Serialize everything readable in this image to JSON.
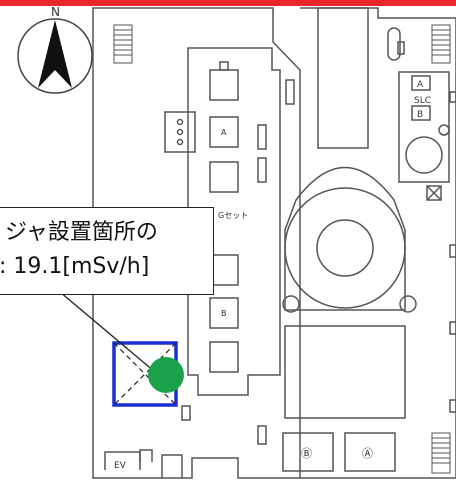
{
  "compass": {
    "label": "N"
  },
  "labels": {
    "ssr_a": "A",
    "slc": "SLC",
    "slc_a": "A",
    "slc_b": "B",
    "cb_a": "A",
    "cb_b": "B",
    "setto": "Gセット",
    "ev": "EV",
    "hatch_b": "Ⓑ",
    "hatch_a": "Ⓐ"
  },
  "callout": {
    "line1": "ジャ設置箇所の",
    "line2": ": 19.1[mSv/h]"
  },
  "colors": {
    "top_bar": "#e8262b",
    "marker": "#1aa34a",
    "highlight_box": "#1a2fd1",
    "walls": "#555555"
  }
}
